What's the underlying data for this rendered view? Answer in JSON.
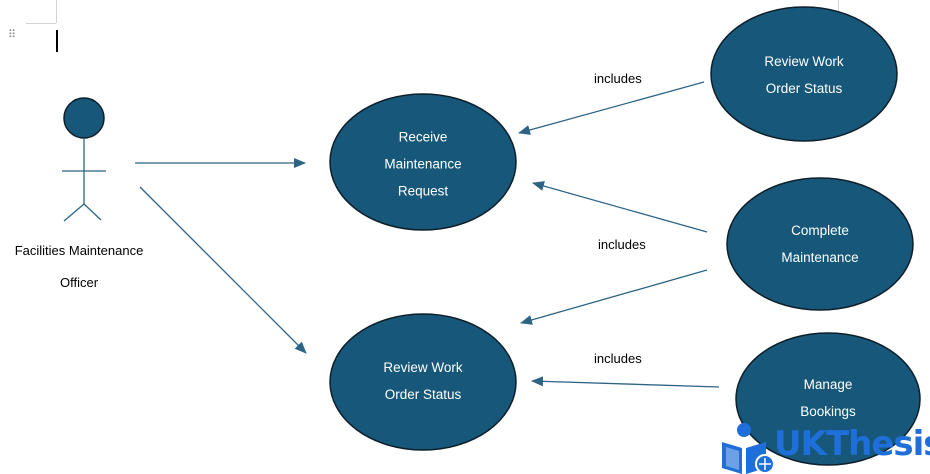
{
  "actor": {
    "name_line1": "Facilities Maintenance",
    "name_line2": "Officer"
  },
  "use_cases": {
    "receive": {
      "line1": "Receive",
      "line2": "Maintenance",
      "line3": "Request"
    },
    "review_main": {
      "line1": "Review Work",
      "line2": "Order Status"
    },
    "review_top": {
      "line1": "Review Work",
      "line2": "Order Status"
    },
    "complete": {
      "line1": "Complete",
      "line2": "Maintenance"
    },
    "manage": {
      "line1": "Manage",
      "line2": "Bookings"
    }
  },
  "relations": {
    "include1": "includes",
    "include2": "includes",
    "include3": "includes"
  },
  "watermark": {
    "text": "UKThesis"
  },
  "colors": {
    "ellipse_fill": "#17587a",
    "ellipse_stroke": "#0d1f2a",
    "line": "#2d6486",
    "watermark": "#1e6fd9"
  }
}
